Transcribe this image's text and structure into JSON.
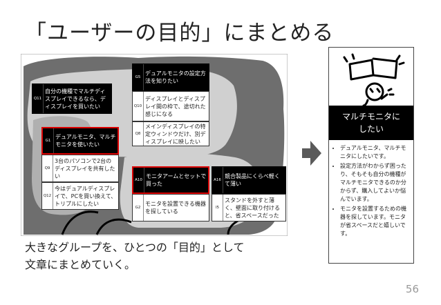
{
  "title": "「ユーザーの目的」にまとめる",
  "cards": [
    {
      "id": "Q11",
      "text": "自分の機種でマルチディスプレイできるなら、ディスプレイを買いたい",
      "style": "dark"
    },
    {
      "id": "G5",
      "text": "デュアルモニタの設定方法を知りたい",
      "style": "dark"
    },
    {
      "id": "Q10",
      "text": "ディスプレイとディスプレイ間の枠で、途切れた感じになる",
      "style": "plain"
    },
    {
      "id": "Q8",
      "text": "メインディスプレイの特定ウィンドウだけ、別ディスプレイに映したい",
      "style": "plain"
    },
    {
      "id": "G1",
      "text": "デュアルモニタ、マルチモニタを使いたい",
      "style": "dark-red"
    },
    {
      "id": "Q9",
      "text": "3台のパソコンで2台のディスプレイを共有したい",
      "style": "plain"
    },
    {
      "id": "Q12",
      "text": "今はデュアルディスプレイで、PCを買い換えて、トリプルにしたい",
      "style": "plain"
    },
    {
      "id": "A10",
      "text": "モニタアームとセットで買った",
      "style": "dark-red"
    },
    {
      "id": "A16",
      "text": "競合製品にくらべ軽くて薄い",
      "style": "dark"
    },
    {
      "id": "G2",
      "text": "モニタを設置できる機器を探している",
      "style": "plain"
    },
    {
      "id": "I5",
      "text": "スタンドを外すと薄く、壁面に取り付けると、省スペースだった",
      "style": "plain"
    }
  ],
  "panel": {
    "heading": [
      "マルチモニタに",
      "したい"
    ],
    "bullets": [
      "デュアルモニタ、マルチモニタにしたいです。",
      "設定方法がわからず困ったり、そもそも自分の機種がマルチモニタできるのか分からず、購入してよいか悩んでいます。",
      "モニタを設置するための機器を探しています。モニタが省スペースだと嬉しいです。"
    ]
  },
  "caption": [
    "大きなグループを、ひとつの「目的」として",
    "文章にまとめていく。"
  ],
  "page_number": "56",
  "colors": {
    "group_dark": "#6e6e6e",
    "group_light": "#cfcfcf",
    "group_mid": "#b0b0b0",
    "arrow": "#5a5a5a",
    "highlight": "#dd0000"
  }
}
